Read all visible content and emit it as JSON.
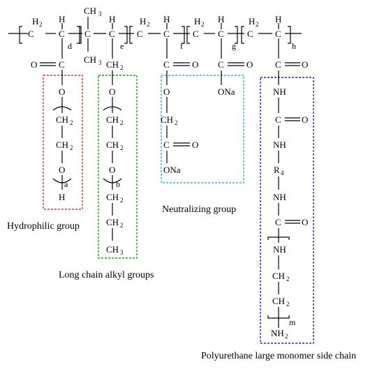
{
  "colors": {
    "hydrophilic_box": "#e53030",
    "alkyl_box": "#1aa31a",
    "neutralizing_box": "#2ab7d6",
    "polyurethane_box": "#1f1fb8"
  },
  "backbone": {
    "c": "C",
    "h": "H",
    "h2": "H",
    "sub2": "2",
    "ch3": "CH",
    "sub3": "3",
    "idx_d": "d",
    "idx_e": "e",
    "idx_f": "f",
    "idx_g": "g",
    "idx_h": "h"
  },
  "chain_d": {
    "o": "O",
    "ch2": "CH",
    "sub2": "2",
    "idx_a": "a",
    "h": "H"
  },
  "chain_e": {
    "ch2": "CH",
    "sub2": "2",
    "o": "O",
    "idx_b": "b",
    "ch3": "CH",
    "sub3": "3"
  },
  "chain_f": {
    "o": "O",
    "ch2": "CH",
    "sub2": "2",
    "c": "C",
    "ona": "ONa"
  },
  "chain_g": {
    "o": "O",
    "c": "C",
    "ona": "ONa"
  },
  "chain_h": {
    "o": "O",
    "c": "C",
    "nh": "NH",
    "r4": "R",
    "sub4": "4",
    "ch2": "CH",
    "sub2": "2",
    "idx_m": "m",
    "nh2": "NH",
    "sub2b": "2"
  },
  "labels": {
    "hydrophilic": "Hydrophilic group",
    "alkyl": "Long chain alkyl groups",
    "neutralizing": "Neutralizing group",
    "polyurethane": "Polyurethane large monomer side chain"
  }
}
